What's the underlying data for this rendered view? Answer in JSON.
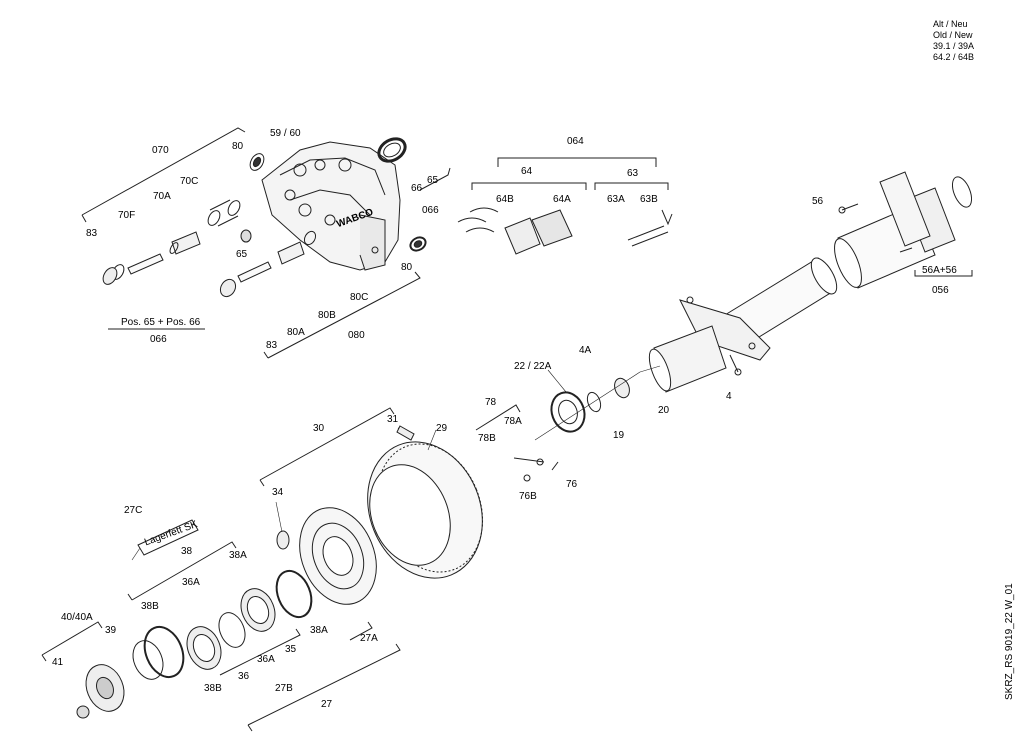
{
  "revision_note": {
    "lines": [
      "Alt / Neu",
      "Old / New",
      "39.1 / 39A",
      "64.2 / 64B"
    ]
  },
  "drawing_id": "SKRZ_RS 9019_22 W_01",
  "grease_label": "Lagerfett SK",
  "brand_mark": "WABCO",
  "labels": {
    "l070": "070",
    "l80a": "80",
    "l5960": "59 / 60",
    "l70c": "70C",
    "l70a": "70A",
    "l70f": "70F",
    "l83a": "83",
    "l65a": "65",
    "l66": "66",
    "l65b": "65",
    "l066a": "066",
    "l80b": "80",
    "l80c": "80C",
    "l80b2": "80B",
    "l80a2": "80A",
    "l83b": "83",
    "l080": "080",
    "lpos": "Pos. 65 + Pos. 66",
    "l066b": "066",
    "l064": "064",
    "l64": "64",
    "l63": "63",
    "l64b": "64B",
    "l64a": "64A",
    "l63a": "63A",
    "l63b": "63B",
    "l56": "56",
    "l56a56": "56A+56",
    "l056": "056",
    "l4a": "4A",
    "l2222a": "22 / 22A",
    "l20": "20",
    "l19": "19",
    "l4": "4",
    "l78": "78",
    "l78a": "78A",
    "l78b": "78B",
    "l76": "76",
    "l76b": "76B",
    "l30": "30",
    "l31": "31",
    "l29": "29",
    "l34": "34",
    "l27c": "27C",
    "l38": "38",
    "l38a": "38A",
    "l36a": "36A",
    "l38b": "38B",
    "l38a2": "38A",
    "l4040a": "40/40A",
    "l39": "39",
    "l41": "41",
    "l36a2": "36A",
    "l35": "35",
    "l27a": "27A",
    "l36": "36",
    "l38b2": "38B",
    "l27b": "27B",
    "l27": "27"
  }
}
